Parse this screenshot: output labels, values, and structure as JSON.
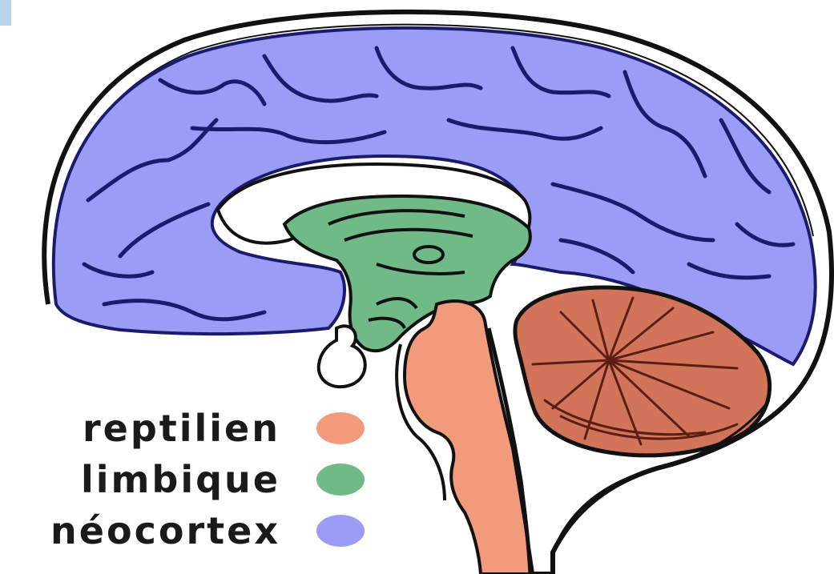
{
  "legend": [
    {
      "label": "reptilien",
      "color": "#f29a7c"
    },
    {
      "label": "limbique",
      "color": "#6fba86"
    },
    {
      "label": "néocortex",
      "color": "#9b9cf5"
    }
  ],
  "colors": {
    "outline": "#111111",
    "sulcus": "#1b1b6e",
    "cerebellum": "#d2745a",
    "cerebellum_lines": "#5a1f12",
    "corner_accent": "#b8d4ea"
  }
}
